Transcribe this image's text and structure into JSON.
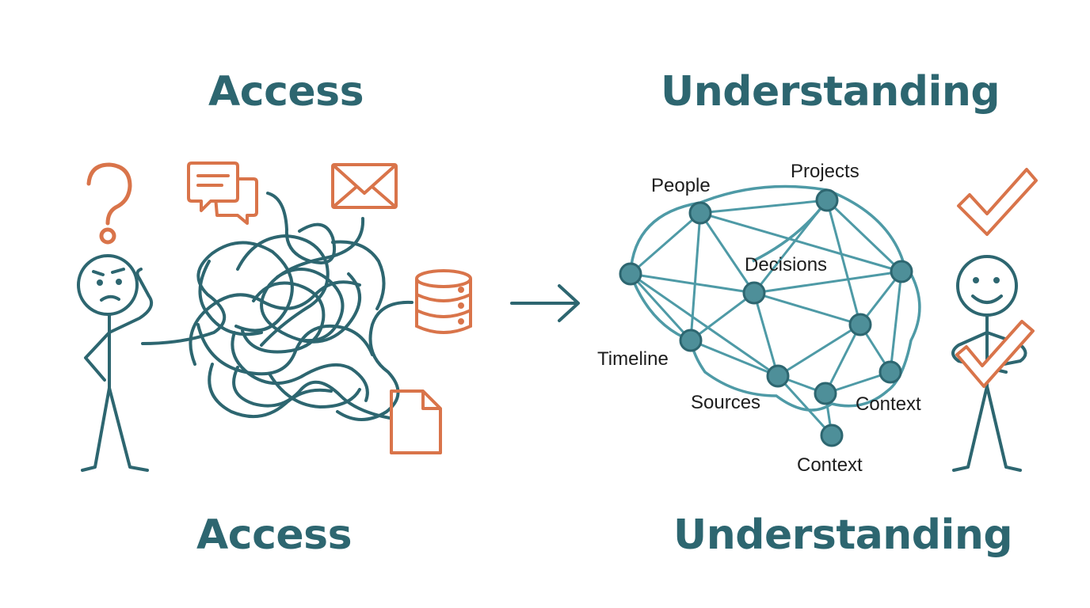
{
  "headings": {
    "left_top": "Access",
    "right_top": "Understanding",
    "left_bottom": "Access",
    "right_bottom": "Understanding"
  },
  "graph": {
    "labels": {
      "people": "People",
      "projects": "Projects",
      "decisions": "Decisions",
      "timeline": "Timeline",
      "sources": "Sources",
      "context_right": "Context",
      "context_bottom": "Context"
    }
  },
  "colors": {
    "teal": "#2d6670",
    "teal_light": "#4e9aa6",
    "node_fill": "#4e8f99",
    "orange": "#d9744a"
  },
  "icons": [
    "question-mark-icon",
    "chat-bubbles-icon",
    "envelope-icon",
    "database-icon",
    "document-icon",
    "arrow-right-icon",
    "checkmark-icon"
  ]
}
